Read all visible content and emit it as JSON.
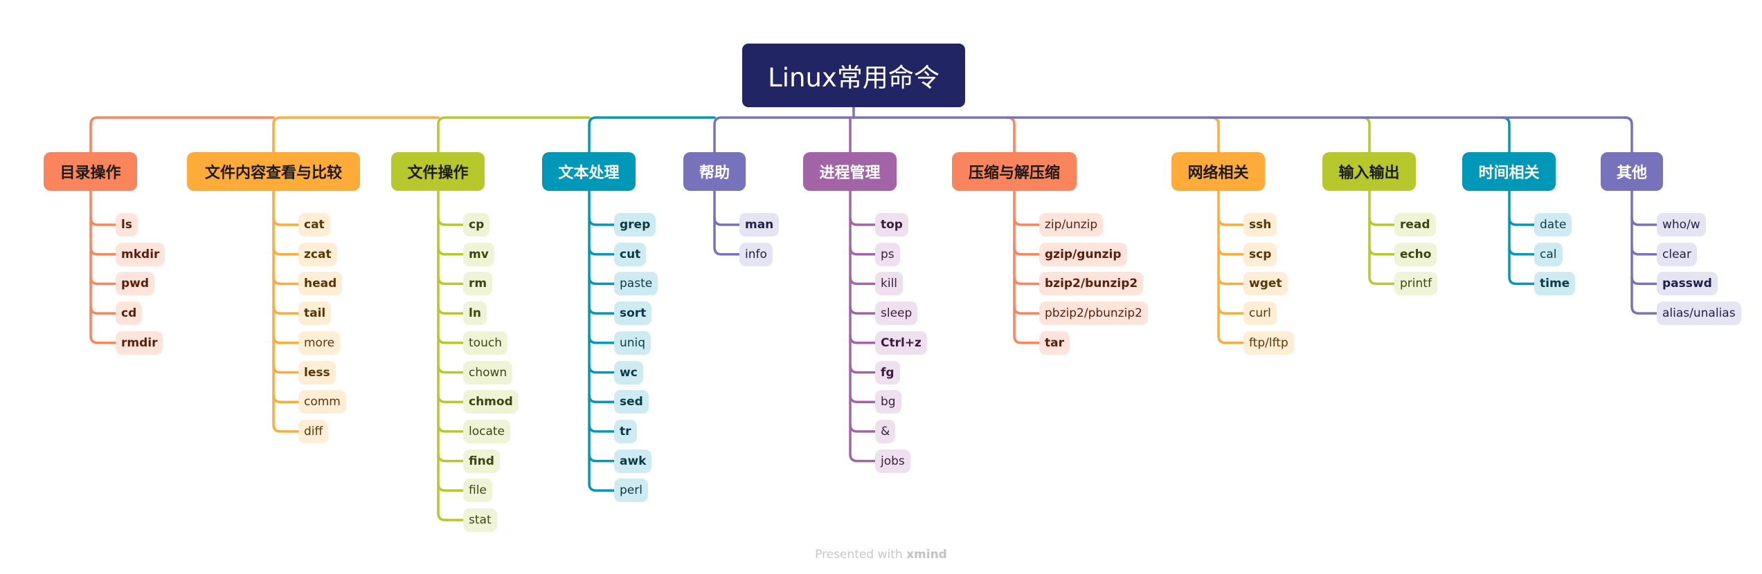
{
  "root": {
    "title": "Linux常用命令",
    "color": "#212564"
  },
  "categories": [
    {
      "label": "目录操作",
      "color": "#FA845B",
      "text_color": "#1a1a1a",
      "leaf_bg": "#FEE4DA",
      "leaf_text": "#5a1e0a",
      "items": [
        {
          "t": "ls",
          "b": true
        },
        {
          "t": "mkdir",
          "b": true
        },
        {
          "t": "pwd",
          "b": true
        },
        {
          "t": "cd",
          "b": true
        },
        {
          "t": "rmdir",
          "b": true
        }
      ]
    },
    {
      "label": "文件内容查看与比较",
      "color": "#FFAB3A",
      "text_color": "#1a1a1a",
      "leaf_bg": "#FFEED6",
      "leaf_text": "#5a3606",
      "items": [
        {
          "t": "cat",
          "b": true
        },
        {
          "t": "zcat",
          "b": true
        },
        {
          "t": "head",
          "b": true
        },
        {
          "t": "tail",
          "b": true
        },
        {
          "t": "more",
          "b": false
        },
        {
          "t": "less",
          "b": true
        },
        {
          "t": "comm",
          "b": false
        },
        {
          "t": "diff",
          "b": false
        }
      ]
    },
    {
      "label": "文件操作",
      "color": "#B6C82B",
      "text_color": "#1a1a1a",
      "leaf_bg": "#F0F4D7",
      "leaf_text": "#3c4510",
      "items": [
        {
          "t": "cp",
          "b": true
        },
        {
          "t": "mv",
          "b": true
        },
        {
          "t": "rm",
          "b": true
        },
        {
          "t": "ln",
          "b": true
        },
        {
          "t": "touch",
          "b": false
        },
        {
          "t": "chown",
          "b": false
        },
        {
          "t": "chmod",
          "b": true
        },
        {
          "t": "locate",
          "b": false
        },
        {
          "t": "find",
          "b": true
        },
        {
          "t": "file",
          "b": false
        },
        {
          "t": "stat",
          "b": false
        }
      ]
    },
    {
      "label": "文本处理",
      "color": "#0098B8",
      "text_color": "#ffffff",
      "leaf_bg": "#CDEBF1",
      "leaf_text": "#0a3a48",
      "items": [
        {
          "t": "grep",
          "b": true
        },
        {
          "t": "cut",
          "b": true
        },
        {
          "t": "paste",
          "b": false
        },
        {
          "t": "sort",
          "b": true
        },
        {
          "t": "uniq",
          "b": false
        },
        {
          "t": "wc",
          "b": true
        },
        {
          "t": "sed",
          "b": true
        },
        {
          "t": "tr",
          "b": true
        },
        {
          "t": "awk",
          "b": true
        },
        {
          "t": "perl",
          "b": false
        }
      ]
    },
    {
      "label": "帮助",
      "color": "#7672BC",
      "text_color": "#ffffff",
      "leaf_bg": "#E5E4F2",
      "leaf_text": "#22204a",
      "items": [
        {
          "t": "man",
          "b": true
        },
        {
          "t": "info",
          "b": false
        }
      ]
    },
    {
      "label": "进程管理",
      "color": "#A264A7",
      "text_color": "#ffffff",
      "leaf_bg": "#EEE0EE",
      "leaf_text": "#3a1c3d",
      "items": [
        {
          "t": "top",
          "b": true
        },
        {
          "t": "ps",
          "b": false
        },
        {
          "t": "kill",
          "b": false
        },
        {
          "t": "sleep",
          "b": false
        },
        {
          "t": "Ctrl+z",
          "b": true
        },
        {
          "t": "fg",
          "b": true
        },
        {
          "t": "bg",
          "b": false
        },
        {
          "t": "&",
          "b": false
        },
        {
          "t": "jobs",
          "b": false
        }
      ]
    },
    {
      "label": "压缩与解压缩",
      "color": "#FA845B",
      "text_color": "#1a1a1a",
      "leaf_bg": "#FEE4DA",
      "leaf_text": "#5a1e0a",
      "items": [
        {
          "t": "zip/unzip",
          "b": false
        },
        {
          "t": "gzip/gunzip",
          "b": true
        },
        {
          "t": "bzip2/bunzip2",
          "b": true
        },
        {
          "t": "pbzip2/pbunzip2",
          "b": false
        },
        {
          "t": "tar",
          "b": true
        }
      ]
    },
    {
      "label": "网络相关",
      "color": "#FFAB3A",
      "text_color": "#1a1a1a",
      "leaf_bg": "#FFEED6",
      "leaf_text": "#5a3606",
      "items": [
        {
          "t": "ssh",
          "b": true
        },
        {
          "t": "scp",
          "b": true
        },
        {
          "t": "wget",
          "b": true
        },
        {
          "t": "curl",
          "b": false
        },
        {
          "t": "ftp/lftp",
          "b": false
        }
      ]
    },
    {
      "label": "输入输出",
      "color": "#B6C82B",
      "text_color": "#1a1a1a",
      "leaf_bg": "#F0F4D7",
      "leaf_text": "#3c4510",
      "items": [
        {
          "t": "read",
          "b": true
        },
        {
          "t": "echo",
          "b": true
        },
        {
          "t": "printf",
          "b": false
        }
      ]
    },
    {
      "label": "时间相关",
      "color": "#0098B8",
      "text_color": "#ffffff",
      "leaf_bg": "#CDEBF1",
      "leaf_text": "#0a3a48",
      "items": [
        {
          "t": "date",
          "b": false
        },
        {
          "t": "cal",
          "b": false
        },
        {
          "t": "time",
          "b": true
        }
      ]
    },
    {
      "label": "其他",
      "color": "#7672BC",
      "text_color": "#ffffff",
      "leaf_bg": "#E5E4F2",
      "leaf_text": "#22204a",
      "items": [
        {
          "t": "who/w",
          "b": false
        },
        {
          "t": "clear",
          "b": false
        },
        {
          "t": "passwd",
          "b": true
        },
        {
          "t": "alias/unalias",
          "b": false
        }
      ]
    }
  ],
  "footer": {
    "prefix": "Presented with ",
    "brand": "xmind"
  }
}
